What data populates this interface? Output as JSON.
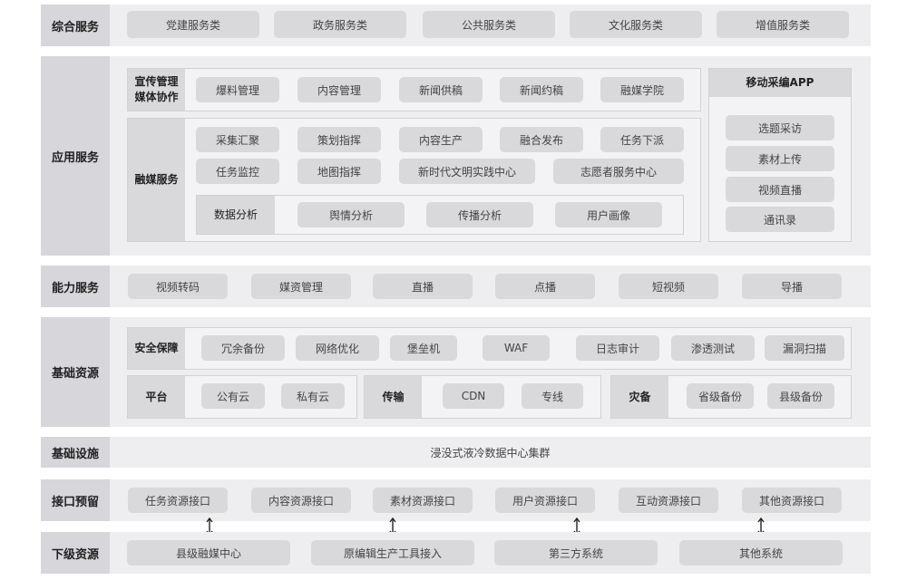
{
  "rows": {
    "zonghe": "综合服务",
    "yingyong": "应用服务",
    "nengli": "能力服务",
    "jichu_ziyuan": "基础资源",
    "jichu_sheshi": "基础设施",
    "jiekou": "接口预留",
    "xiaji": "下级资源"
  },
  "zonghe_items": [
    "党建服务类",
    "政务服务类",
    "公共服务类",
    "文化服务类",
    "增值服务类"
  ],
  "yingyong": {
    "xuanchuan_label_1": "宣传管理",
    "xuanchuan_label_2": "媒体协作",
    "xuanchuan_items": [
      "爆料管理",
      "内容管理",
      "新闻供稿",
      "新闻约稿",
      "融媒学院"
    ],
    "rongmei_label": "融媒服务",
    "rongmei_row1": [
      "采集汇聚",
      "策划指挥",
      "内容生产",
      "融合发布",
      "任务下派"
    ],
    "rongmei_row2": [
      "任务监控",
      "地图指挥",
      "新时代文明实践中心",
      "志愿者服务中心"
    ],
    "shuju_label": "数据分析",
    "shuju_items": [
      "舆情分析",
      "传播分析",
      "用户画像"
    ],
    "mobile_title": "移动采编APP",
    "mobile_items": [
      "选题采访",
      "素材上传",
      "视频直播",
      "通讯录"
    ]
  },
  "nengli_items": [
    "视频转码",
    "媒资管理",
    "直播",
    "点播",
    "短视频",
    "导播"
  ],
  "jichu_ziyuan": {
    "anquan_label": "安全保障",
    "anquan_items": [
      "冗余备份",
      "网络优化",
      "堡垒机",
      "WAF",
      "日志审计",
      "渗透测试",
      "漏洞扫描"
    ],
    "pingtai_label": "平台",
    "pingtai_items": [
      "公有云",
      "私有云"
    ],
    "chuanshu_label": "传输",
    "chuanshu_items": [
      "CDN",
      "专线"
    ],
    "zaibei_label": "灾备",
    "zaibei_items": [
      "省级备份",
      "县级备份"
    ]
  },
  "jichu_sheshi_text": "浸没式液冷数据中心集群",
  "jiekou_items": [
    "任务资源接口",
    "内容资源接口",
    "素材资源接口",
    "用户资源接口",
    "互动资源接口",
    "其他资源接口"
  ],
  "xiaji_items": [
    "县级融媒中心",
    "原编辑生产工具接入",
    "第三方系统",
    "其他系统"
  ]
}
